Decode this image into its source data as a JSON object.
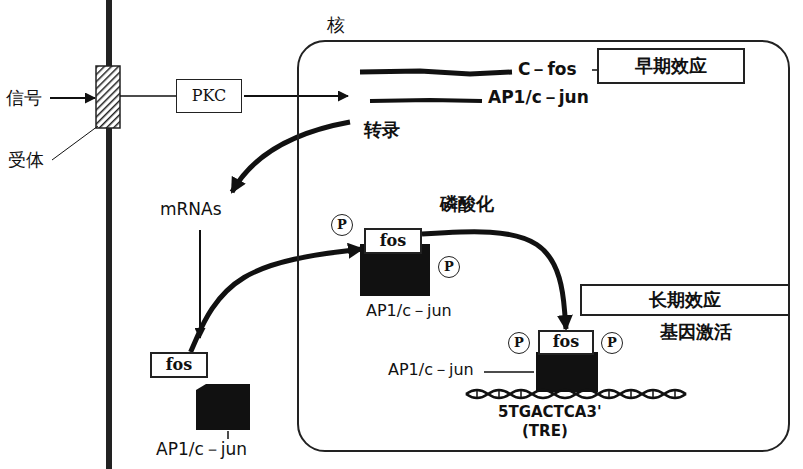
{
  "diagram": {
    "nodes": [
      {
        "text": [
          "PKC"
        ]
      },
      {
        "text": [
          "核"
        ]
      },
      {
        "text": [
          "早期效应"
        ]
      },
      {
        "text": [
          "P"
        ],
        "in": 1
      },
      {
        "text": [
          "fos"
        ],
        "in": 1
      },
      {
        "text": [
          "P"
        ],
        "in": 1
      },
      {
        "text": [
          "长期效应"
        ]
      },
      {
        "text": [
          "P"
        ],
        "in": 1
      },
      {
        "text": [
          "fos"
        ],
        "in": 1
      },
      {
        "text": [
          "P"
        ],
        "in": 1
      },
      {
        "text": [
          "fos"
        ]
      }
    ],
    "edges": [
      {
        "from": 10,
        "to": 4,
        "arrow": "to"
      },
      {
        "from": 4,
        "to": 8,
        "arrow": "to"
      }
    ],
    "labels": [
      "信号",
      "受体",
      "C－fos",
      "AP1/c－jun",
      "转录",
      "mRNAs",
      "磷酸化",
      "AP1/c－jun",
      "基因激活",
      "AP1/c－jun",
      "5TGACTCA3'",
      "(TRE)",
      "AP1/c－jun"
    ]
  }
}
